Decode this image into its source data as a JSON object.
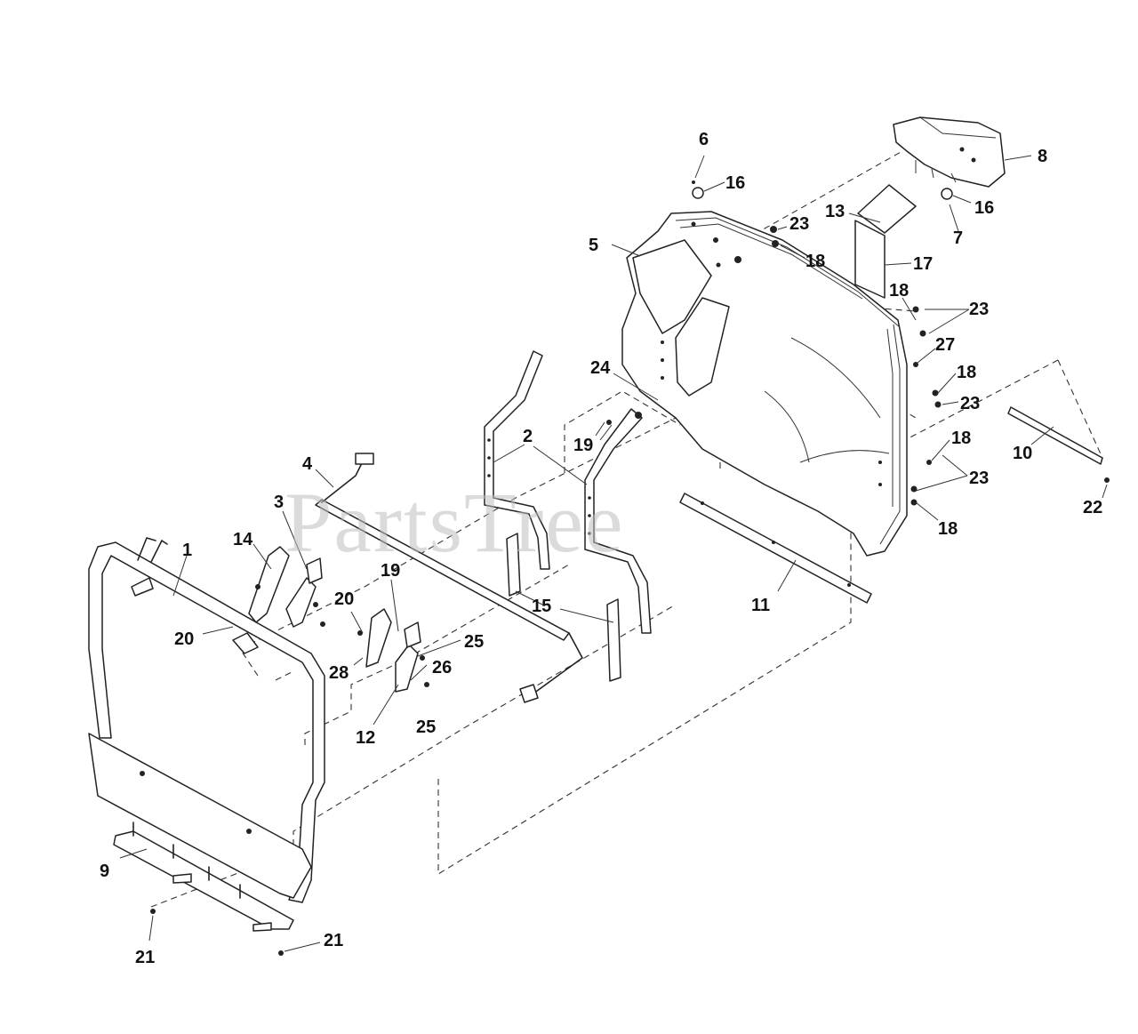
{
  "watermark": "PartsTree",
  "callouts": {
    "c1": "1",
    "c2": "2",
    "c3": "3",
    "c4": "4",
    "c5": "5",
    "c6": "6",
    "c7": "7",
    "c8": "8",
    "c9": "9",
    "c10": "10",
    "c11": "11",
    "c12": "12",
    "c13": "13",
    "c14": "14",
    "c15": "15",
    "c16a": "16",
    "c16b": "16",
    "c17": "17",
    "c18a": "18",
    "c18b": "18",
    "c18c": "18",
    "c18d": "18",
    "c18e": "18",
    "c19a": "19",
    "c19b": "19",
    "c20a": "20",
    "c20b": "20",
    "c21a": "21",
    "c21b": "21",
    "c22": "22",
    "c23a": "23",
    "c23b": "23",
    "c23c": "23",
    "c23d": "23",
    "c24": "24",
    "c25a": "25",
    "c25b": "25",
    "c26": "26",
    "c27": "27",
    "c28": "28"
  }
}
